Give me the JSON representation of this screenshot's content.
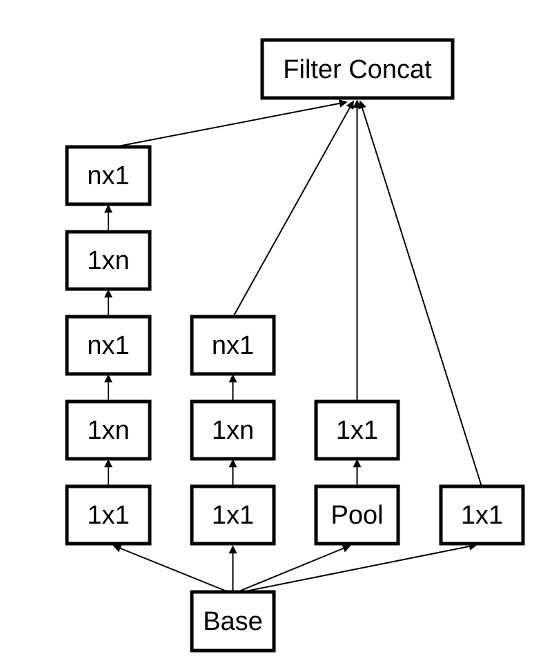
{
  "diagram": {
    "nodes": {
      "filter_concat": "Filter Concat",
      "base": "Base",
      "b1_1x1": "1x1",
      "b1_1xn_lower": "1xn",
      "b1_nx1_lower": "nx1",
      "b1_1xn_upper": "1xn",
      "b1_nx1_upper": "nx1",
      "b2_1x1": "1x1",
      "b2_1xn": "1xn",
      "b2_nx1": "nx1",
      "b3_pool": "Pool",
      "b3_1x1": "1x1",
      "b4_1x1": "1x1"
    },
    "edges": [
      {
        "from": "base",
        "to": "b1_1x1"
      },
      {
        "from": "base",
        "to": "b2_1x1"
      },
      {
        "from": "base",
        "to": "b3_pool"
      },
      {
        "from": "base",
        "to": "b4_1x1"
      },
      {
        "from": "b1_1x1",
        "to": "b1_1xn_lower"
      },
      {
        "from": "b1_1xn_lower",
        "to": "b1_nx1_lower"
      },
      {
        "from": "b1_nx1_lower",
        "to": "b1_1xn_upper"
      },
      {
        "from": "b1_1xn_upper",
        "to": "b1_nx1_upper"
      },
      {
        "from": "b2_1x1",
        "to": "b2_1xn"
      },
      {
        "from": "b2_1xn",
        "to": "b2_nx1"
      },
      {
        "from": "b3_pool",
        "to": "b3_1x1"
      },
      {
        "from": "b1_nx1_upper",
        "to": "filter_concat"
      },
      {
        "from": "b2_nx1",
        "to": "filter_concat"
      },
      {
        "from": "b3_1x1",
        "to": "filter_concat"
      },
      {
        "from": "b4_1x1",
        "to": "filter_concat"
      }
    ],
    "colors": {
      "background": "#ffffff",
      "node_fill": "#ffffff",
      "stroke": "#000000",
      "text": "#000000"
    }
  }
}
